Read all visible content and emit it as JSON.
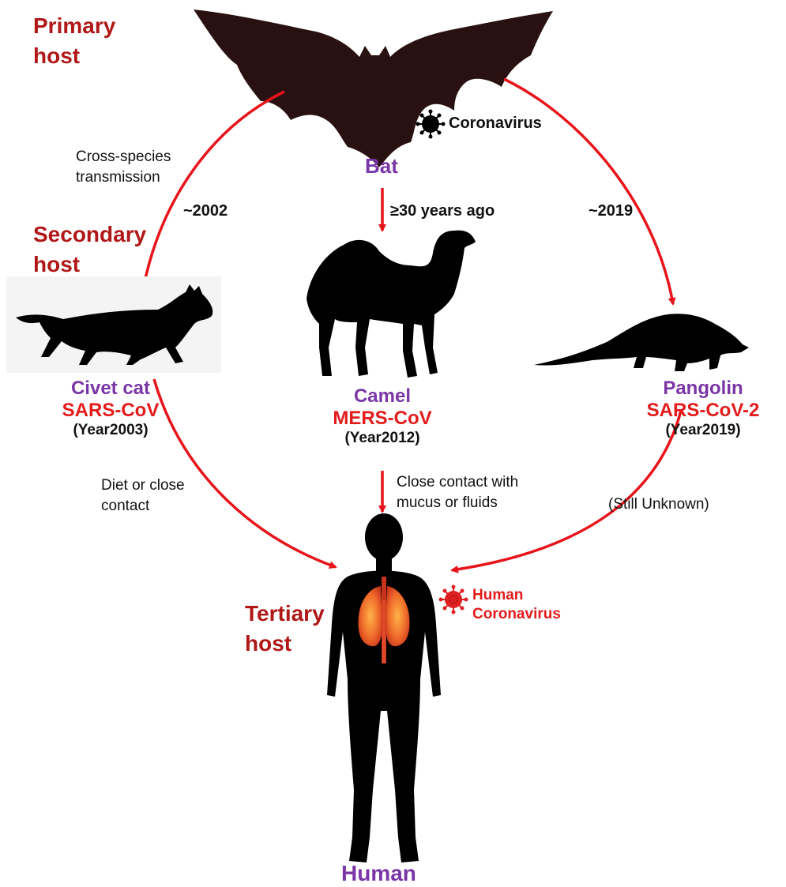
{
  "hosts": {
    "primary": "Primary\nhost",
    "secondary": "Secondary\nhost",
    "tertiary": "Tertiary\nhost"
  },
  "bat": {
    "name": "Bat",
    "virus_label": "Coronavirus"
  },
  "civet": {
    "name": "Civet cat",
    "virus": "SARS-CoV",
    "year": "(Year2003)"
  },
  "camel": {
    "name": "Camel",
    "virus": "MERS-CoV",
    "year": "(Year2012)"
  },
  "pangolin": {
    "name": "Pangolin",
    "virus": "SARS-CoV-2",
    "year": "(Year2019)"
  },
  "human": {
    "name": "Human",
    "virus_label": "Human\nCoronavirus"
  },
  "transmission": {
    "cross_species": "Cross-species\ntransmission",
    "left_year": "~2002",
    "center_time": "≥30 years ago",
    "right_year": "~2019",
    "diet": "Diet or close\ncontact",
    "close_contact": "Close contact with\nmucus or fluids",
    "unknown": "(Still Unknown)"
  },
  "colors": {
    "arrow": "#e8141b",
    "host_label": "#b01818",
    "animal_label": "#7a35a6",
    "virus_label": "#e31b1b",
    "bat_fill": "#2a1111",
    "silhouette": "#000000"
  }
}
